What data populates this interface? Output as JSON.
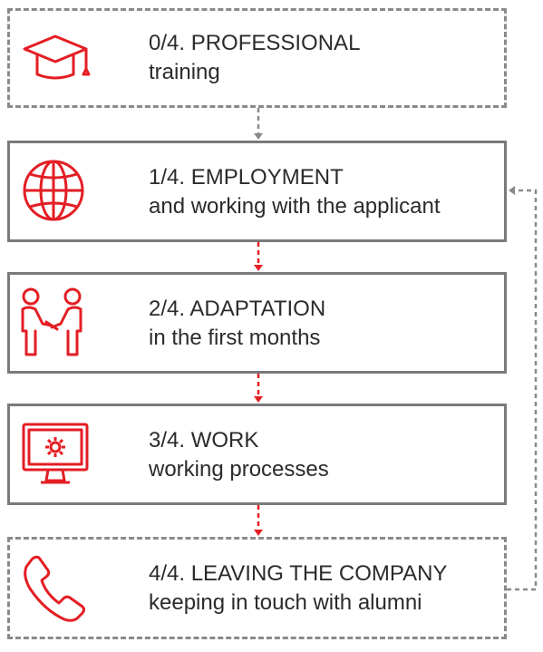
{
  "colors": {
    "accent": "#e31e24",
    "border": "#7a7a7a",
    "text": "#2b2b2b"
  },
  "steps": [
    {
      "title": "0/4. PROFESSIONAL",
      "subtitle": "training",
      "icon": "graduation-cap-icon",
      "border": "dashed"
    },
    {
      "title": "1/4. EMPLOYMENT",
      "subtitle": "and working with the applicant",
      "icon": "globe-icon",
      "border": "solid"
    },
    {
      "title": "2/4. ADAPTATION",
      "subtitle": "in the first months",
      "icon": "handshake-icon",
      "border": "solid"
    },
    {
      "title": "3/4. WORK",
      "subtitle": "working processes",
      "icon": "monitor-gear-icon",
      "border": "solid"
    },
    {
      "title": "4/4. LEAVING THE COMPANY",
      "subtitle": "keeping in touch with alumni",
      "icon": "phone-icon",
      "border": "dashed"
    }
  ]
}
